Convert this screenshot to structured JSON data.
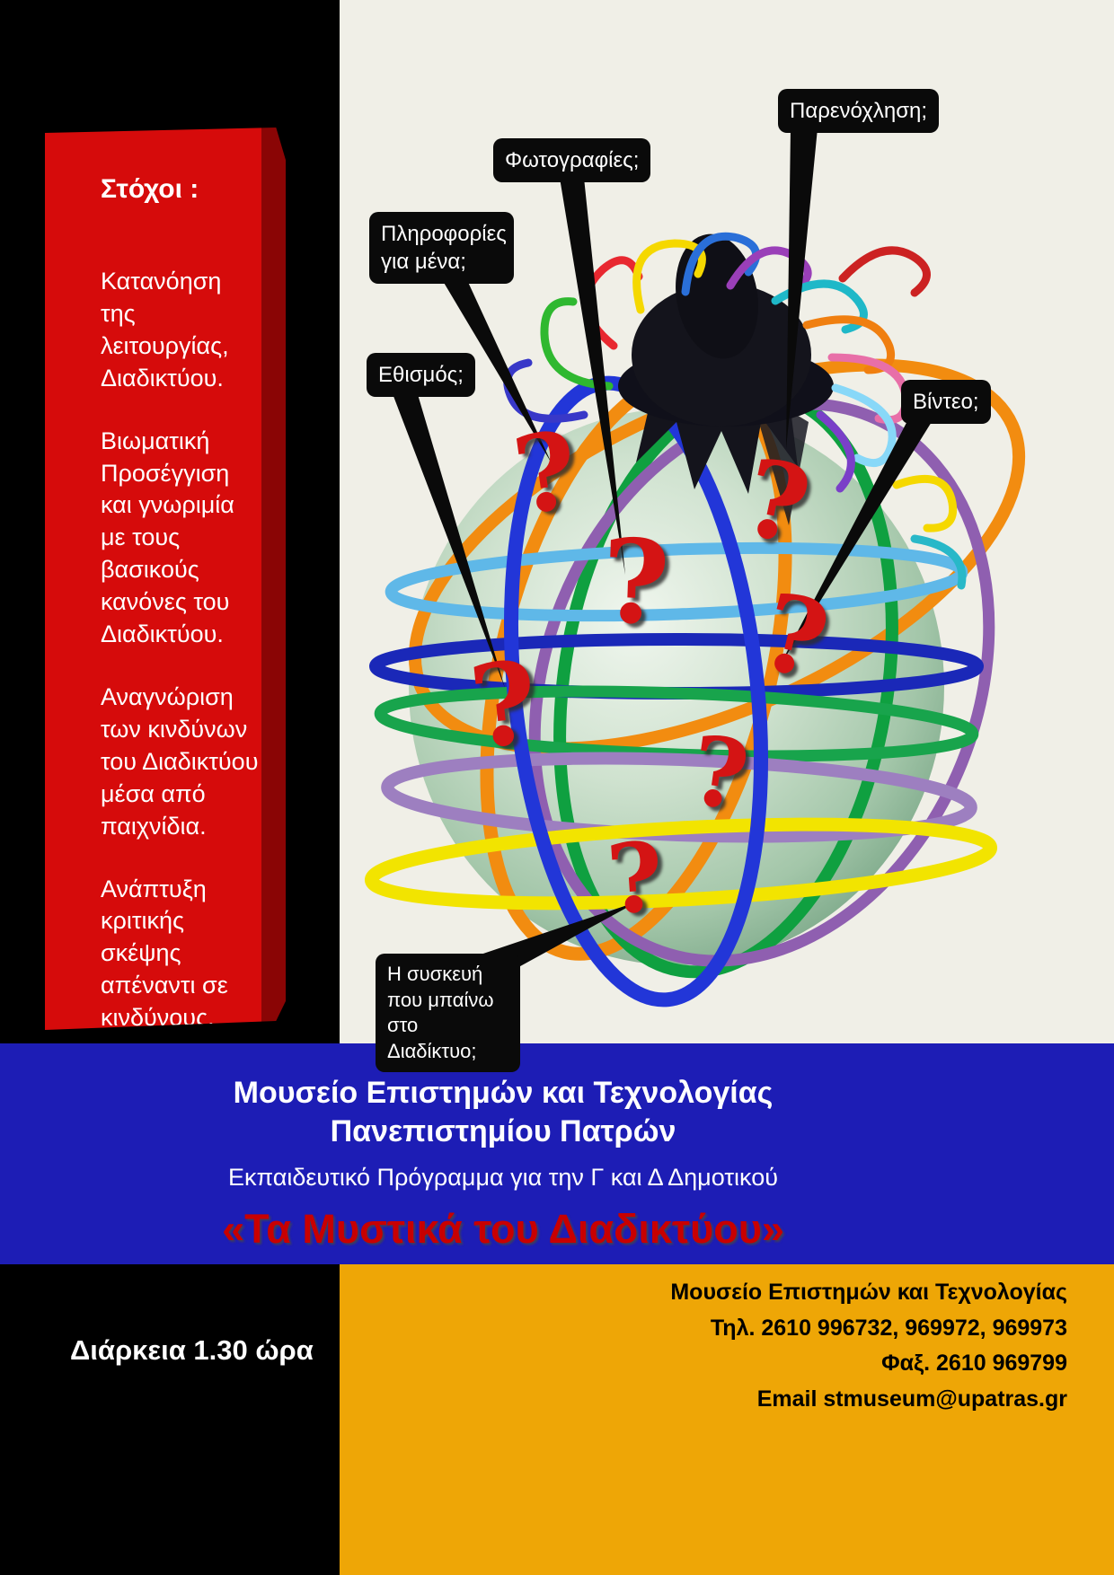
{
  "colors": {
    "panel_red": "#d60b0b",
    "band_blue": "#1d1db5",
    "footer_orange": "#eea606",
    "title_red": "#c80000",
    "background_cream": "#f0efe7"
  },
  "objectives": {
    "heading": "Στόχοι :",
    "paragraphs": [
      "Κατανόηση της λειτουργίας, Διαδικτύου.",
      "Βιωματική Προσέγγιση και γνωριμία με τους βασικούς κανόνες του Διαδικτύου.",
      "Αναγνώριση των  κινδύνων του Διαδικτύου μέσα από παιχνίδια.",
      "Ανάπτυξη κριτικής σκέψης απέναντι σε κινδύνους."
    ]
  },
  "callouts": {
    "harassment": "Παρενόχληση;",
    "photos": "Φωτογραφίες;",
    "personal_info": "Πληροφορίες για μένα;",
    "addiction": "Εθισμός;",
    "video": "Βίντεο;",
    "device": "Η συσκευή που μπαίνω  στο Διαδίκτυο;"
  },
  "globe": {
    "question_mark": "?"
  },
  "banner": {
    "museum_line1": "Μουσείο  Επιστημών και Τεχνολογίας",
    "museum_line2": "Πανεπιστημίου Πατρών",
    "program": "Εκπαιδευτικό Πρόγραμμα για την Γ και Δ Δημοτικού",
    "title": "«Τα Μυστικά του Διαδικτύου»"
  },
  "footer": {
    "duration": "Διάρκεια  1.30 ώρα",
    "contact_lines": [
      "Μουσείο Επιστημών και Τεχνολογίας",
      "Τηλ. 2610 996732, 969972, 969973",
      "Φαξ. 2610 969799",
      "Email stmuseum@upatras.gr"
    ]
  }
}
